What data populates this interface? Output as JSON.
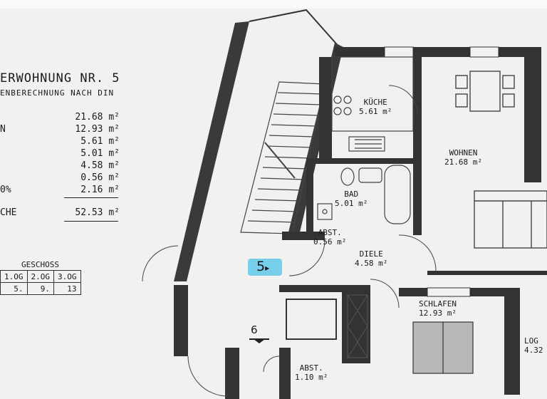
{
  "header": {
    "title": "ERWOHNUNG NR. 5",
    "subtitle": "ENBERECHNUNG NACH DIN"
  },
  "areas": [
    {
      "label": "",
      "value": "21.68 m²"
    },
    {
      "label": "N",
      "value": "12.93 m²"
    },
    {
      "label": "",
      "value": "5.61 m²"
    },
    {
      "label": "",
      "value": "5.01 m²"
    },
    {
      "label": "",
      "value": "4.58 m²"
    },
    {
      "label": "",
      "value": "0.56 m²"
    },
    {
      "label": "0%",
      "value": "2.16 m²"
    }
  ],
  "total": {
    "label": "CHE",
    "value": "52.53 m²"
  },
  "floors": {
    "heading": "GESCHOSS",
    "columns": [
      "1.OG",
      "2.OG",
      "3.OG"
    ],
    "values": [
      "5.",
      "9.",
      "13"
    ]
  },
  "rooms": {
    "kueche": {
      "name": "KÜCHE",
      "area": "5.61 m²"
    },
    "wohnen": {
      "name": "WOHNEN",
      "area": "21.68 m²"
    },
    "bad": {
      "name": "BAD",
      "area": "5.01 m²"
    },
    "abst1": {
      "name": "ABST.",
      "area": "0.56 m²"
    },
    "diele": {
      "name": "DIELE",
      "area": "4.58 m²"
    },
    "schlafen": {
      "name": "SCHLAFEN",
      "area": "12.93 m²"
    },
    "abst2": {
      "name": "ABST.",
      "area": "1.10 m²"
    },
    "loggia": {
      "name": "LOG",
      "area": "4.32"
    }
  },
  "stair_number": "6",
  "unit_marker": "5"
}
